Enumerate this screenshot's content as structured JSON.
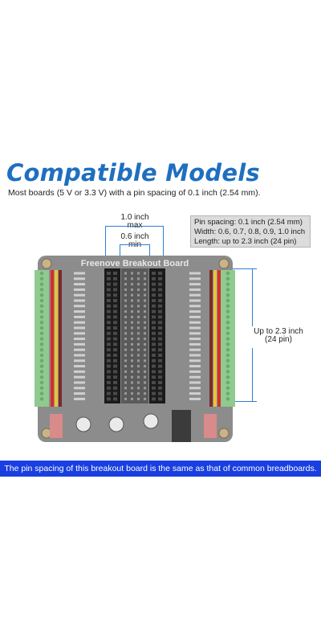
{
  "header": {
    "title": "Compatible Models",
    "subtitle": "Most boards (5 V or 3.3 V) with a pin spacing of 0.1 inch (2.54 mm)."
  },
  "spec_box": {
    "line1": "Pin spacing: 0.1 inch (2.54 mm)",
    "line2": "Width: 0.6, 0.7, 0.8, 0.9, 1.0 inch",
    "line3": "Length: up to 2.3 inch (24 pin)"
  },
  "dimensions": {
    "max_value": "1.0 inch",
    "max_word": "max",
    "min_value": "0.6 inch",
    "min_word": "min",
    "length_value": "Up to 2.3 inch",
    "length_pins": "(24 pin)"
  },
  "board": {
    "label": "Freenove Breakout Board",
    "left_pin_count": 24,
    "right_pin_count": 24
  },
  "caption": "The pin spacing of this breakout board is the same as that of common breadboards.",
  "colors": {
    "title": "#1f6fbf",
    "accent_line": "#2f7fd1",
    "caption_bg": "#1a3fe0",
    "board": "#8c8c8c",
    "terminal_green": "#8fca8f"
  }
}
